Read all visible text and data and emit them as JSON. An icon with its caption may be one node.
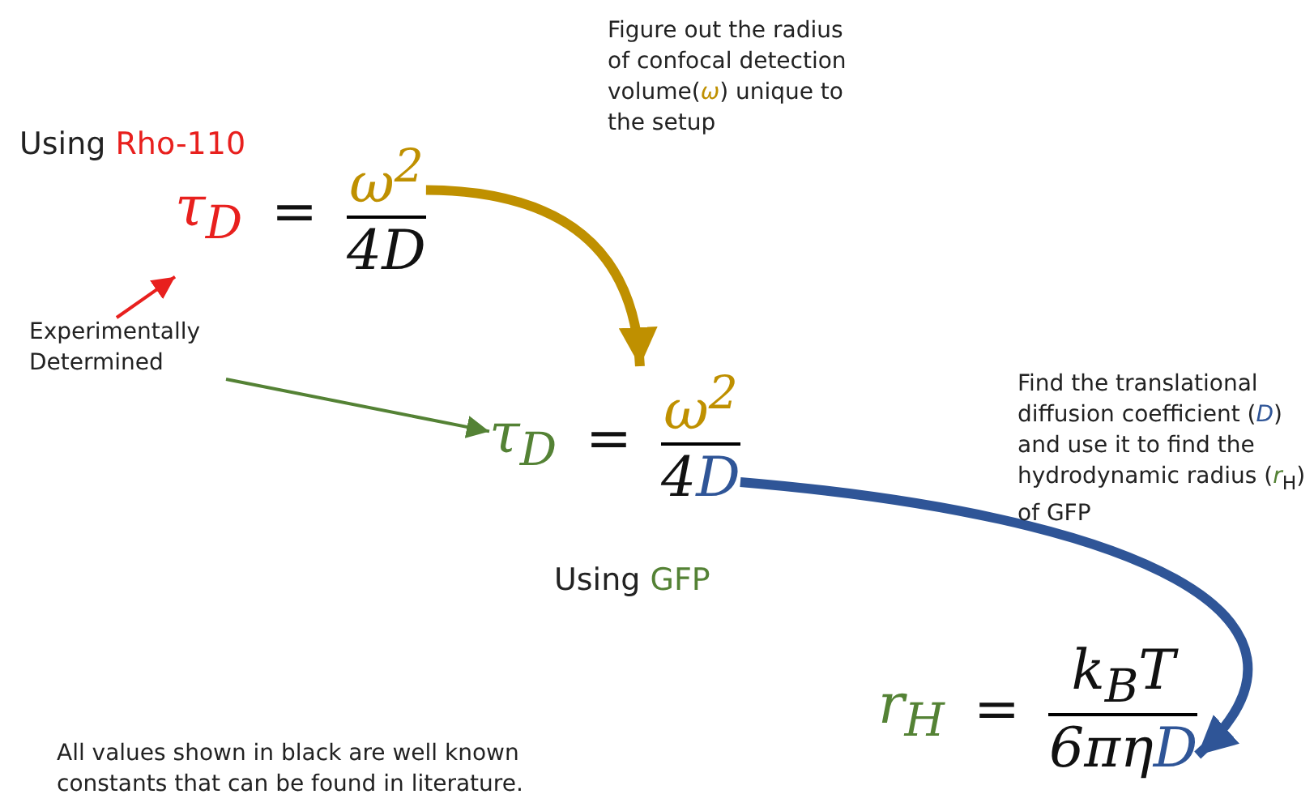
{
  "diagram": {
    "nodes": [
      {
        "text": [
          "τ$_{D}$",
          "=",
          "ω$^{2}$",
          "4D"
        ],
        "beside": [
          "Using Rho-110"
        ]
      },
      {
        "text": [
          "Experimentally Determined"
        ]
      },
      {
        "text": [
          "Figure out the radius of confocal detection volume(*ω*) unique to the setup"
        ]
      },
      {
        "text": [
          "τ$_{D}$",
          "=",
          "ω$^{2}$",
          "4",
          "D"
        ],
        "beside": [
          "Using GFP"
        ]
      },
      {
        "text": [
          "Find the translational diffusion coefficient (*D*) and use it to find the hydrodynamic radius (*r*$_{H}$) of GFP"
        ]
      },
      {
        "text": [
          "r$_{H}$",
          "=",
          "k$_{B}$T",
          "6πη",
          "D"
        ]
      }
    ],
    "edges": [
      {
        "from": 0,
        "to": 3,
        "arrow": "to",
        "style": "thick",
        "color": "#bf9000"
      },
      {
        "from": 1,
        "to": 0,
        "arrow": "to",
        "color": "#e8201e"
      },
      {
        "from": 1,
        "to": 3,
        "arrow": "to",
        "color": "#548235"
      },
      {
        "from": 3,
        "to": 5,
        "arrow": "to",
        "style": "thick",
        "color": "#2f5597"
      }
    ],
    "labels": [
      "All values shown in black are well known constants that can be found in literature."
    ]
  }
}
